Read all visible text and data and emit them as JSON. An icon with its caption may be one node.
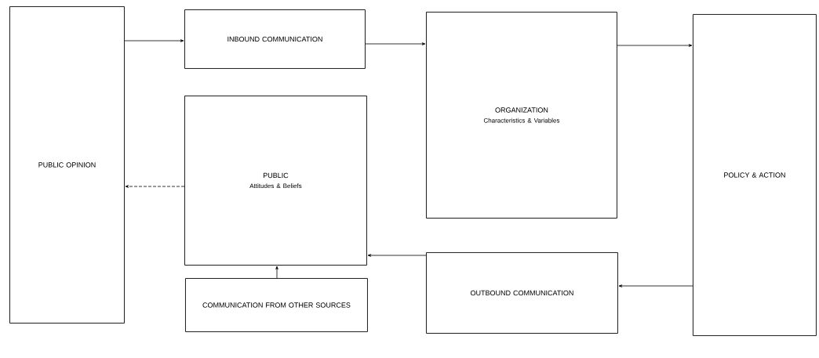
{
  "diagram": {
    "nodes": [
      {
        "text": [
          "PUBLIC OPINION"
        ]
      },
      {
        "text": [
          "INBOUND COMMUNICATION"
        ]
      },
      {
        "text": [
          "PUBLIC",
          "Attitudes & Beliefs"
        ]
      },
      {
        "text": [
          "COMMUNICATION FROM OTHER SOURCES"
        ]
      },
      {
        "text": [
          "ORGANIZATION",
          "Characteristics & Variables"
        ]
      },
      {
        "text": [
          "POLICY & ACTION"
        ]
      },
      {
        "text": [
          "OUTBOUND COMMUNICATION"
        ]
      }
    ],
    "edges": [
      {
        "from": 0,
        "to": 1,
        "arrow": "to"
      },
      {
        "from": 1,
        "to": 4,
        "arrow": "to"
      },
      {
        "from": 4,
        "to": 5,
        "arrow": "to"
      },
      {
        "from": 5,
        "to": 6,
        "arrow": "to"
      },
      {
        "from": 6,
        "to": 2,
        "arrow": "to"
      },
      {
        "from": 2,
        "to": 0,
        "arrow": "to",
        "style": "dashed"
      },
      {
        "from": 3,
        "to": 2,
        "arrow": "to"
      }
    ]
  }
}
